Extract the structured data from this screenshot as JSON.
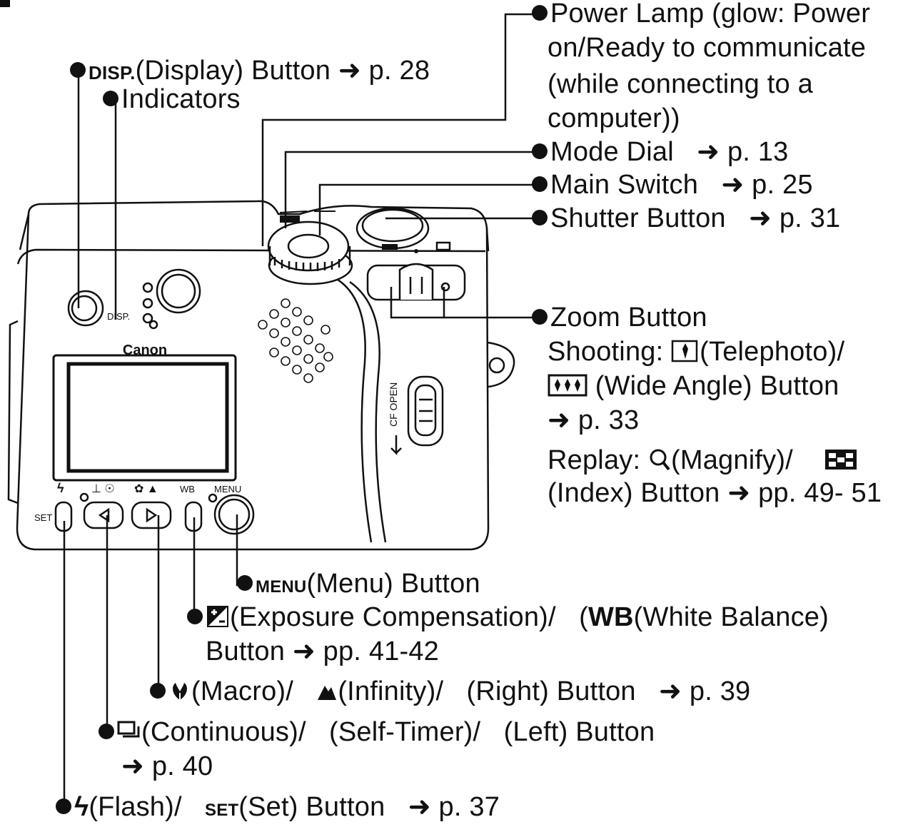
{
  "camera": {
    "brand": "Canon",
    "disp_label": "DISP.",
    "cf_open_label": "CF OPEN",
    "set_label": "SET",
    "menu_label": "MENU",
    "wb_label": "WB"
  },
  "callouts": {
    "power_lamp": {
      "line1": "Power Lamp (glow: Power",
      "line2": "on/Ready to communicate",
      "line3": "(while connecting to a",
      "line4": "computer))"
    },
    "mode_dial": {
      "text": "Mode Dial",
      "page": "p. 13"
    },
    "main_switch": {
      "text": "Main Switch",
      "page": "p. 25"
    },
    "shutter": {
      "text": "Shutter Button",
      "page": "p. 31"
    },
    "display": {
      "icon_text": "DISP.",
      "text": "(Display) Button",
      "page": "p. 28"
    },
    "indicators": {
      "text": "Indicators"
    },
    "zoom": {
      "title": "Zoom Button",
      "shooting_prefix": "Shooting:",
      "shooting_tele": "(Telephoto)/",
      "shooting_wide": "(Wide Angle) Button",
      "shooting_page": "p. 33",
      "replay_prefix": "Replay:",
      "replay_magnify": "(Magnify)/",
      "replay_index": "(Index) Button",
      "replay_page": "pp. 49- 51"
    },
    "menu": {
      "icon_text": "MENU",
      "text": "(Menu) Button"
    },
    "exposure": {
      "line1a": "(Exposure Compensation)/",
      "wb_icon": "WB",
      "line1b": "(White Balance)",
      "line2": "Button",
      "page": "pp. 41-42"
    },
    "macro": {
      "a": "(Macro)/",
      "b": "(Infinity)/",
      "c": "(Right) Button",
      "page": "p. 39"
    },
    "continuous": {
      "a": "(Continuous)/",
      "b": "(Self-Timer)/",
      "c": "(Left) Button",
      "page": "p. 40"
    },
    "flash": {
      "a": "(Flash)/",
      "set_icon": "SET",
      "b": "(Set) Button",
      "page": "p. 37"
    }
  },
  "arrow_glyph": "➜"
}
